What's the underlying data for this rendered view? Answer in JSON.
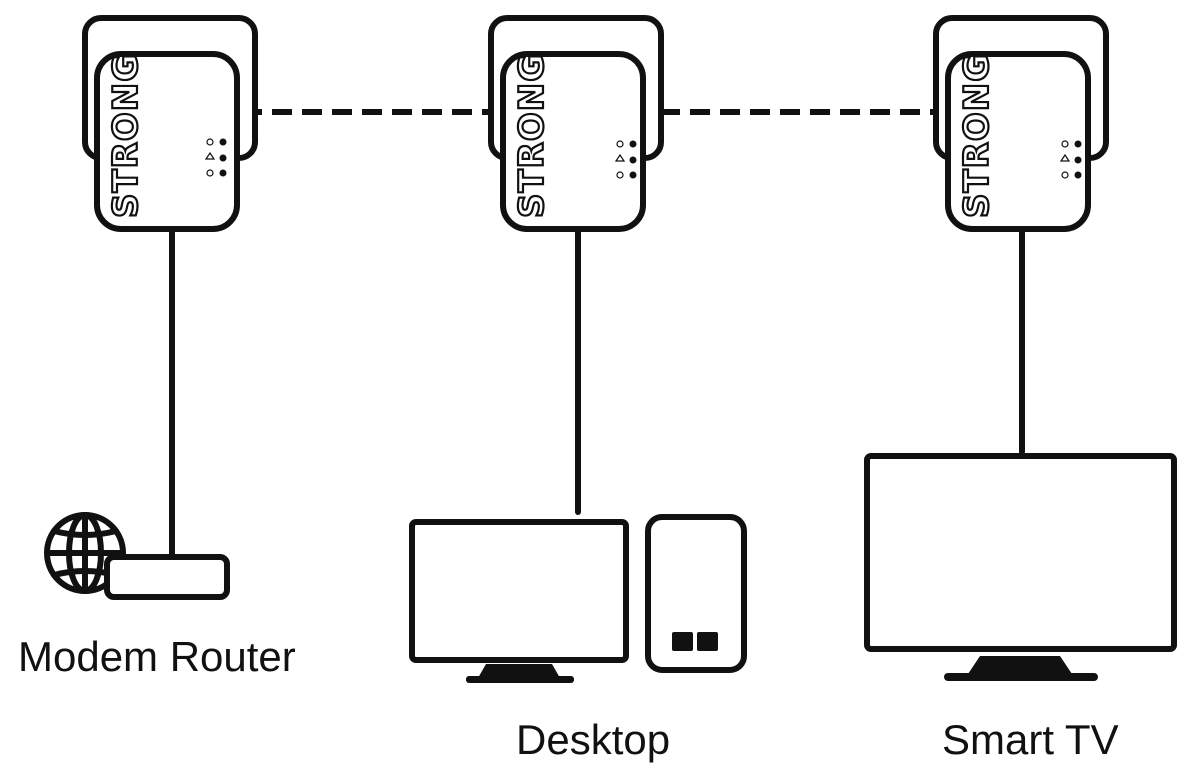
{
  "adapter_brand": "STRONG",
  "devices": {
    "modem_router": "Modem Router",
    "desktop": "Desktop",
    "smart_tv": "Smart TV"
  },
  "icons": [
    "powerline-adapter-icon",
    "globe-icon",
    "router-icon",
    "monitor-icon",
    "pc-tower-icon",
    "tv-icon"
  ],
  "colors": {
    "line": "#111111",
    "background": "#ffffff"
  }
}
